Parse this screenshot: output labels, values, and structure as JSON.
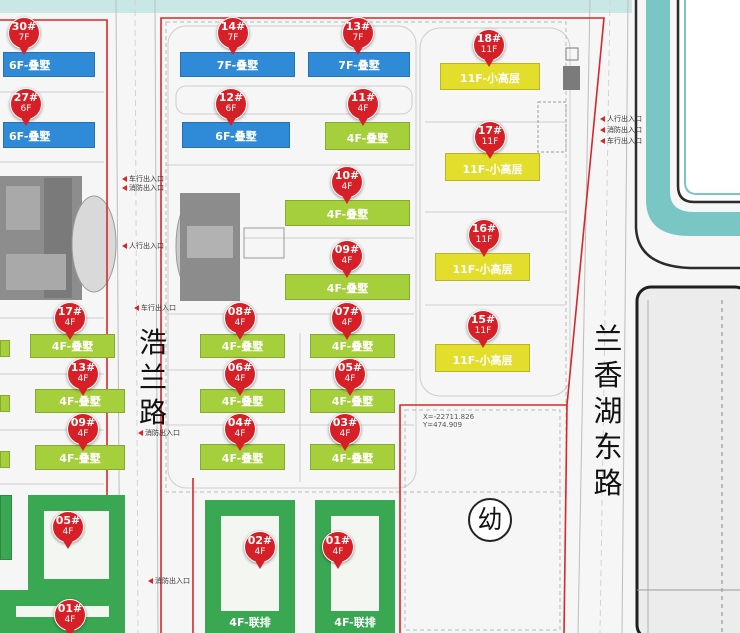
{
  "map": {
    "roads": {
      "west": "浩兰路",
      "east": "兰香湖东路"
    },
    "kindergarten": "幼",
    "coordinates": {
      "x": "X=-22711.826",
      "y": "Y=474.909"
    },
    "colors": {
      "boundary": "#d8262b",
      "marker": "#d71f27",
      "blue_building": "#2f8bd8",
      "lime_building": "#a6cf3c",
      "yellow_building": "#e3dd2c",
      "green_building": "#3aa853",
      "gray_building": "#8c8c8c",
      "water": "#79c6c4"
    },
    "buildings": [
      "6F-叠墅",
      "6F-叠墅",
      "4F-叠墅",
      "4F-叠墅",
      "4F-叠墅",
      "7F-叠墅",
      "7F-叠墅",
      "6F-叠墅",
      "4F-叠墅",
      "4F-叠墅",
      "4F-叠墅",
      "4F-叠墅",
      "4F-叠墅",
      "4F-叠墅",
      "4F-叠墅",
      "4F-叠墅",
      "4F-叠墅",
      "4F-联排",
      "4F-联排",
      "11F-小高层",
      "11F-小高层",
      "11F-小高层",
      "11F-小高层"
    ],
    "pins": [
      {
        "id": "30#",
        "floors": "7F"
      },
      {
        "id": "14#",
        "floors": "7F"
      },
      {
        "id": "13#",
        "floors": "7F"
      },
      {
        "id": "18#",
        "floors": "11F"
      },
      {
        "id": "27#",
        "floors": "6F"
      },
      {
        "id": "12#",
        "floors": "6F"
      },
      {
        "id": "11#",
        "floors": "4F"
      },
      {
        "id": "17#",
        "floors": "11F"
      },
      {
        "id": "10#",
        "floors": "4F"
      },
      {
        "id": "16#",
        "floors": "11F"
      },
      {
        "id": "09#",
        "floors": "4F"
      },
      {
        "id": "17#",
        "floors": "4F"
      },
      {
        "id": "08#",
        "floors": "4F"
      },
      {
        "id": "07#",
        "floors": "4F"
      },
      {
        "id": "15#",
        "floors": "11F"
      },
      {
        "id": "13#",
        "floors": "4F"
      },
      {
        "id": "06#",
        "floors": "4F"
      },
      {
        "id": "05#",
        "floors": "4F"
      },
      {
        "id": "09#",
        "floors": "4F"
      },
      {
        "id": "04#",
        "floors": "4F"
      },
      {
        "id": "03#",
        "floors": "4F"
      },
      {
        "id": "05#",
        "floors": "4F"
      },
      {
        "id": "02#",
        "floors": "4F"
      },
      {
        "id": "01#",
        "floors": "4F"
      },
      {
        "id": "01#",
        "floors": "4F"
      }
    ],
    "entrances": [
      "车行出入口",
      "消防出入口",
      "人行出入口",
      "车行出入口",
      "消防出入口",
      "消防出入口",
      "人行出入口",
      "消防出入口",
      "车行出入口"
    ]
  }
}
